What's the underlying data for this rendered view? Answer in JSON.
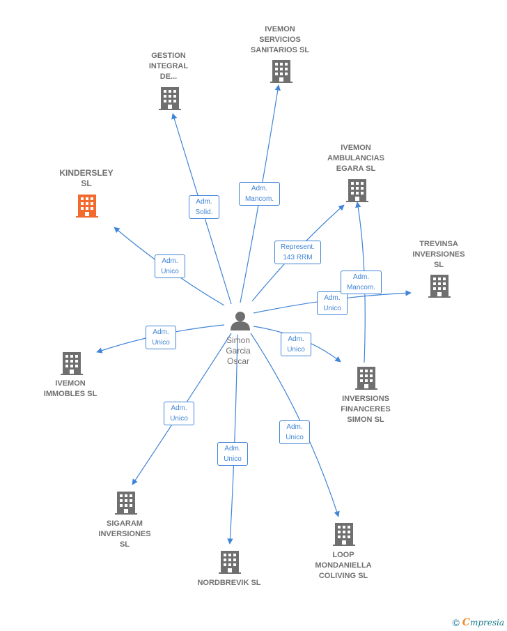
{
  "colors": {
    "edge": "#3f84d6",
    "building": "#6f6f6f",
    "building_highlight": "#f26a2e",
    "text": "#6f6f6f"
  },
  "center": {
    "name": "Simon\nGarcia\nOscar",
    "icon": "person-icon"
  },
  "companies": [
    {
      "id": "kindersley",
      "label": "KINDERSLEY\nSL",
      "highlight": true
    },
    {
      "id": "gestion",
      "label": "GESTION\nINTEGRAL\nDE..."
    },
    {
      "id": "ivemon-servicios",
      "label": "IVEMON\nSERVICIOS\nSANITARIOS SL"
    },
    {
      "id": "ivemon-ambulancias",
      "label": "IVEMON\nAMBULANCIAS\nEGARA  SL"
    },
    {
      "id": "trevinsa",
      "label": "TREVINSA\nINVERSIONES\nSL"
    },
    {
      "id": "inversions",
      "label": "INVERSIONS\nFINANCERES\nSIMON SL"
    },
    {
      "id": "ivemon-immobles",
      "label": "IVEMON\nIMMOBLES SL"
    },
    {
      "id": "sigaram",
      "label": "SIGARAM\nINVERSIONES\nSL"
    },
    {
      "id": "nordbrevik",
      "label": "NORDBREVIK SL"
    },
    {
      "id": "loop",
      "label": "LOOP\nMONDANIELLA\nCOLIVING  SL"
    }
  ],
  "relations": [
    {
      "id": "r-kindersley",
      "label": "Adm.\nUnico"
    },
    {
      "id": "r-gestion",
      "label": "Adm.\nSolid."
    },
    {
      "id": "r-servicios",
      "label": "Adm.\nMancom."
    },
    {
      "id": "r-ambulancias",
      "label": "Represent.\n143 RRM"
    },
    {
      "id": "r-trevinsa",
      "label": "Adm.\nUnico"
    },
    {
      "id": "r-inv-amb",
      "label": "Adm.\nMancom."
    },
    {
      "id": "r-inversions",
      "label": "Adm.\nUnico"
    },
    {
      "id": "r-immobles",
      "label": "Adm.\nUnico"
    },
    {
      "id": "r-sigaram",
      "label": "Adm.\nUnico"
    },
    {
      "id": "r-nordbrevik",
      "label": "Adm.\nUnico"
    },
    {
      "id": "r-loop",
      "label": "Adm.\nUnico"
    }
  ],
  "footer": {
    "copyright": "©",
    "brand_first": "C",
    "brand_rest": "mpresia"
  }
}
